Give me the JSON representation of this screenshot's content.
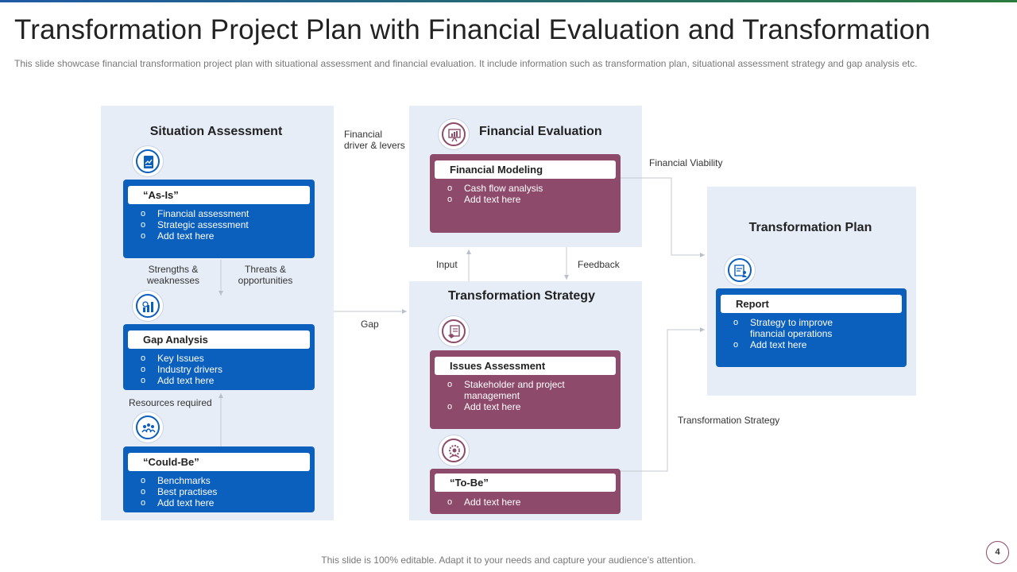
{
  "header": {
    "title": "Transformation Project Plan with Financial Evaluation and Transformation",
    "subtitle": "This slide showcase financial transformation project plan with situational assessment and financial evaluation. It include information such as transformation plan, situational assessment strategy  and gap analysis etc."
  },
  "situation": {
    "title": "Situation Assessment",
    "as_is": {
      "title": "“As-Is”",
      "items": [
        "Financial assessment",
        "Strategic assessment",
        "Add text here"
      ]
    },
    "strengths_label": "Strengths & weaknesses",
    "threats_label": "Threats & opportunities",
    "gap": {
      "title": "Gap Analysis",
      "items": [
        "Key Issues",
        "Industry drivers",
        "Add text here"
      ]
    },
    "resources_label": "Resources required",
    "could_be": {
      "title": "“Could-Be”",
      "items": [
        "Benchmarks",
        "Best practises",
        "Add text here"
      ]
    }
  },
  "financial": {
    "title": "Financial Evaluation",
    "modeling": {
      "title": "Financial Modeling",
      "items": [
        "Cash flow analysis",
        "Add text here"
      ]
    }
  },
  "strategy": {
    "title": "Transformation Strategy",
    "issues": {
      "title": "Issues Assessment",
      "items": [
        "Stakeholder and project management",
        "Add text here"
      ]
    },
    "to_be": {
      "title": "“To-Be”",
      "items": [
        "Add text here"
      ]
    }
  },
  "plan": {
    "title": "Transformation Plan",
    "report": {
      "title": "Report",
      "items": [
        "Strategy to improve financial operations",
        "Add text here"
      ]
    }
  },
  "connectors": {
    "financial_driver": "Financial driver & levers",
    "financial_viability": "Financial Viability",
    "input": "Input",
    "feedback": "Feedback",
    "gap": "Gap",
    "transformation_strategy": "Transformation Strategy"
  },
  "footer": {
    "note": "This slide is 100% editable. Adapt it to your needs and capture your audience’s attention.",
    "page": "4"
  },
  "colors": {
    "blue": "#0b5fbd",
    "maroon": "#8d4a6b",
    "panel": "#e6edf7"
  },
  "icons": [
    "document-chart-icon",
    "bar-chart-magnifier-icon",
    "team-icon",
    "presentation-chart-icon",
    "report-person-icon",
    "checklist-hand-icon",
    "gear-people-icon"
  ]
}
